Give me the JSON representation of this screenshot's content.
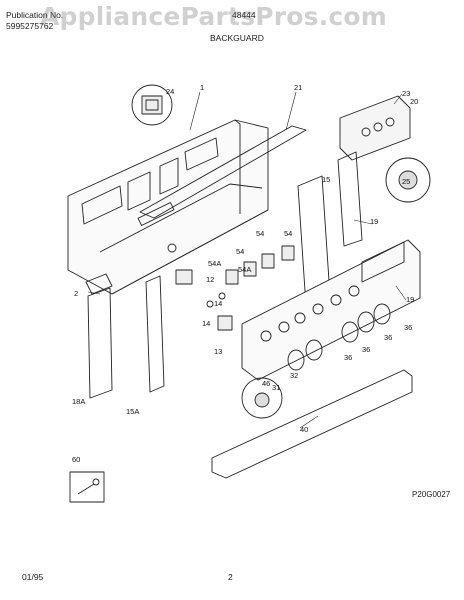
{
  "header": {
    "publication_label": "Publication No.",
    "publication_number": "5995275762",
    "model": "48444",
    "section_title": "BACKGUARD"
  },
  "watermark": "AppliancePartsPros.com",
  "diagram_code": "P20G0027",
  "footer": {
    "date": "01/95",
    "page": "2"
  },
  "callouts": [
    "1",
    "2",
    "12",
    "13",
    "14",
    "14",
    "15",
    "15A",
    "18A",
    "19",
    "19",
    "21",
    "23",
    "20",
    "24",
    "25",
    "31",
    "32",
    "36",
    "36",
    "36",
    "36",
    "40",
    "46",
    "54",
    "54",
    "54A",
    "54A",
    "54",
    "60"
  ]
}
